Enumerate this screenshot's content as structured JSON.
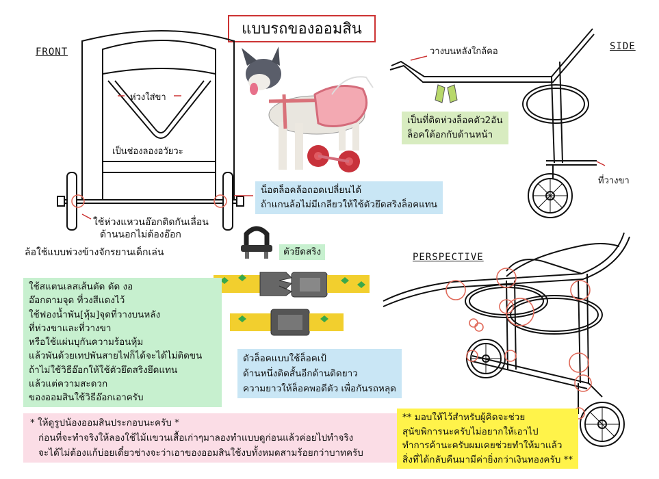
{
  "title": "แบบรถของออมสิน",
  "views": {
    "front": "FRONT",
    "side": "SIDE",
    "perspective": "PERSPECTIVE"
  },
  "front_labels": {
    "leg_loop": "ห่วงใส่ขา",
    "organ_gap": "เป็นช่องลองอวัยวะ",
    "ring_note": [
      "ใช้ห่วงแหวนอ๊อกติดกันเลื่อน",
      "ด้านนอกไม่ต้องอ๊อก"
    ],
    "wheel_note": "ล้อใช้แบบพ่วงข้างจักรยานเด็กเล่น"
  },
  "bolt_note": [
    "น็อตล็อคล้อถอดเปลี่ยนได้",
    "ถ้าแกนล้อไม่มีเกลียวให้ใช้ตัวยึดสริงล็อคแทน"
  ],
  "clamp_label": "ตัวยึดสริง",
  "side_labels": {
    "back_rest": "วางบนหลังใกล้คอ",
    "leg_rest": "ที่วางขา",
    "lock_note": [
      "เป็นที่ติดห่วงล็อคตัว2อัน",
      "ล็อคใต้อกกับด้านหน้า"
    ]
  },
  "buckle_note": [
    "ตัวล็อคแบบใช้ล็อคเป้",
    "ด้านหนึ่งติดสั้นอีกด้านติดยาว",
    "ความยาวให้ล็อคพอดีตัว เพื่อกันรถหลุด"
  ],
  "build_note": [
    "ใช้สแตนเลสเส้นตัด ดัด งอ",
    "อ๊อกตามจุด ที่วงสีแดงไว้",
    "ใช้ฟองน้ำพัน[หุ้ม]จุดที่วางบนหลัง",
    "ที่ห่วงขาและที่วางขา",
    "หรือใช้แผ่นบุกันความร้อนหุ้ม",
    "แล้วพันด้วยเทปพันสายไฟก็ได้จะได้ไม่ติดขน",
    "ถ้าไม่ใช้วิธีอ๊อกให้ใช้ตัวยึดสริงยึดแทน",
    "แล้วแต่ความสะดวก",
    "ของออมสินใช้วิธีอ๊อกเอาครับ"
  ],
  "photo_note": [
    "* ให้ดูรูปน้องออมสินประกอบนะครับ *",
    "ก่อนที่จะทำจริงให้ลองใช้ไม้แขวนเสื้อเก่าๆมาลองทำแบบดูก่อนแล้วค่อยไปทำจริง",
    "จะได้ไม่ต้องแก้บ่อยเดี๋ยวช่างจะว่าเอาของออมสินใช้งบทั้งหมดสามร้อยกว่าบาทครับ"
  ],
  "credit_note": [
    "** มอบให้ไว้สำหรับผู้คิดจะช่วย",
    "สุนัขพิการนะครับไม่อยากให้เอาไป",
    "ทำการค้านะครับผมเคยช่วยทำให้มาแล้ว",
    "สิ่งที่ได้กลับคืนมามีค่ายิ่งกว่าเงินทองครับ **"
  ],
  "colors": {
    "weld_circle": "#e06a5a",
    "title_border": "#cc3333",
    "strap": "#f2cf2e",
    "leaf": "#3aa84a",
    "buckle": "#5a5a5a"
  }
}
